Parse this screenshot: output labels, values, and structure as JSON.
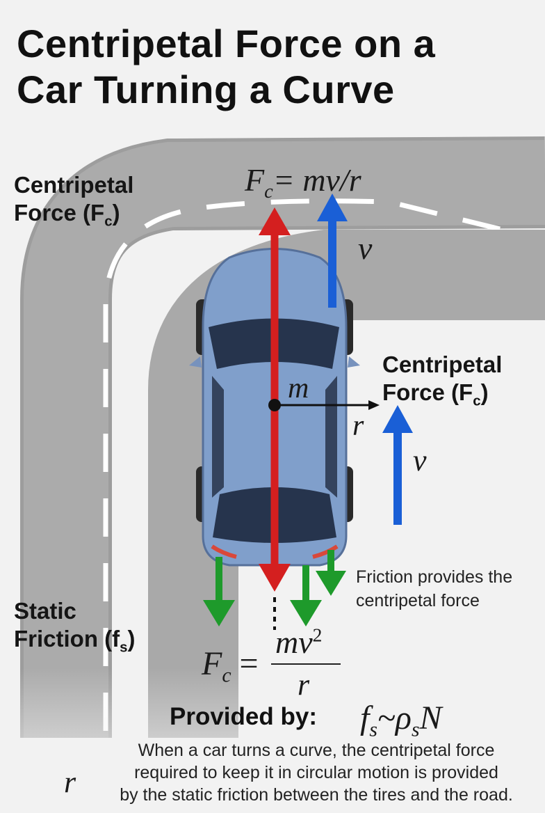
{
  "title_line1": "Centripetal Force on a",
  "title_line2": "Car Turning a Curve",
  "top_equation": "F",
  "top_equation_sub": "c",
  "top_equation_rhs": "= mv/r",
  "label_left_top_line1": "Centripetal",
  "label_left_top_line2": "Force (F",
  "label_left_top_sub": "c",
  "label_left_top_close": ")",
  "velocity_top": "v",
  "mass": "m",
  "radius_mid": "r",
  "label_right_line1": "Centripetal",
  "label_right_line2": "Force (F",
  "label_right_sub": "c",
  "label_right_close": ")",
  "velocity_right": "v",
  "friction_note_line1": "Friction provides the",
  "friction_note_line2": "centripetal force",
  "label_static_line1": "Static",
  "label_static_line2": "Friction (f",
  "label_static_sub": "s",
  "label_static_close": ")",
  "bottom_equation_lhs": "F",
  "bottom_equation_lhs_sub": "c",
  "bottom_equation_eq": "=",
  "bottom_equation_num": "mv",
  "bottom_equation_num_sup": "2",
  "bottom_equation_den": "r",
  "provided_label": "Provided by:",
  "provided_formula": "f",
  "provided_formula_sub": "s",
  "provided_formula_mid": "~ρ",
  "provided_formula_sub2": "s",
  "provided_formula_end": "N",
  "stray_r": "r",
  "explanation_line1": "When a car turns a curve, the centripetal force",
  "explanation_line2": "required to keep it in circular motion is provided",
  "explanation_line3": "by the static friction between the tires and the road.",
  "colors": {
    "road": "#a7a7a7",
    "background": "#f2f2f2",
    "car_body": "#7f9fcb",
    "centripetal_arrow": "#d62020",
    "velocity_arrow": "#1a5fd6",
    "friction_arrow": "#1e9a2b"
  }
}
